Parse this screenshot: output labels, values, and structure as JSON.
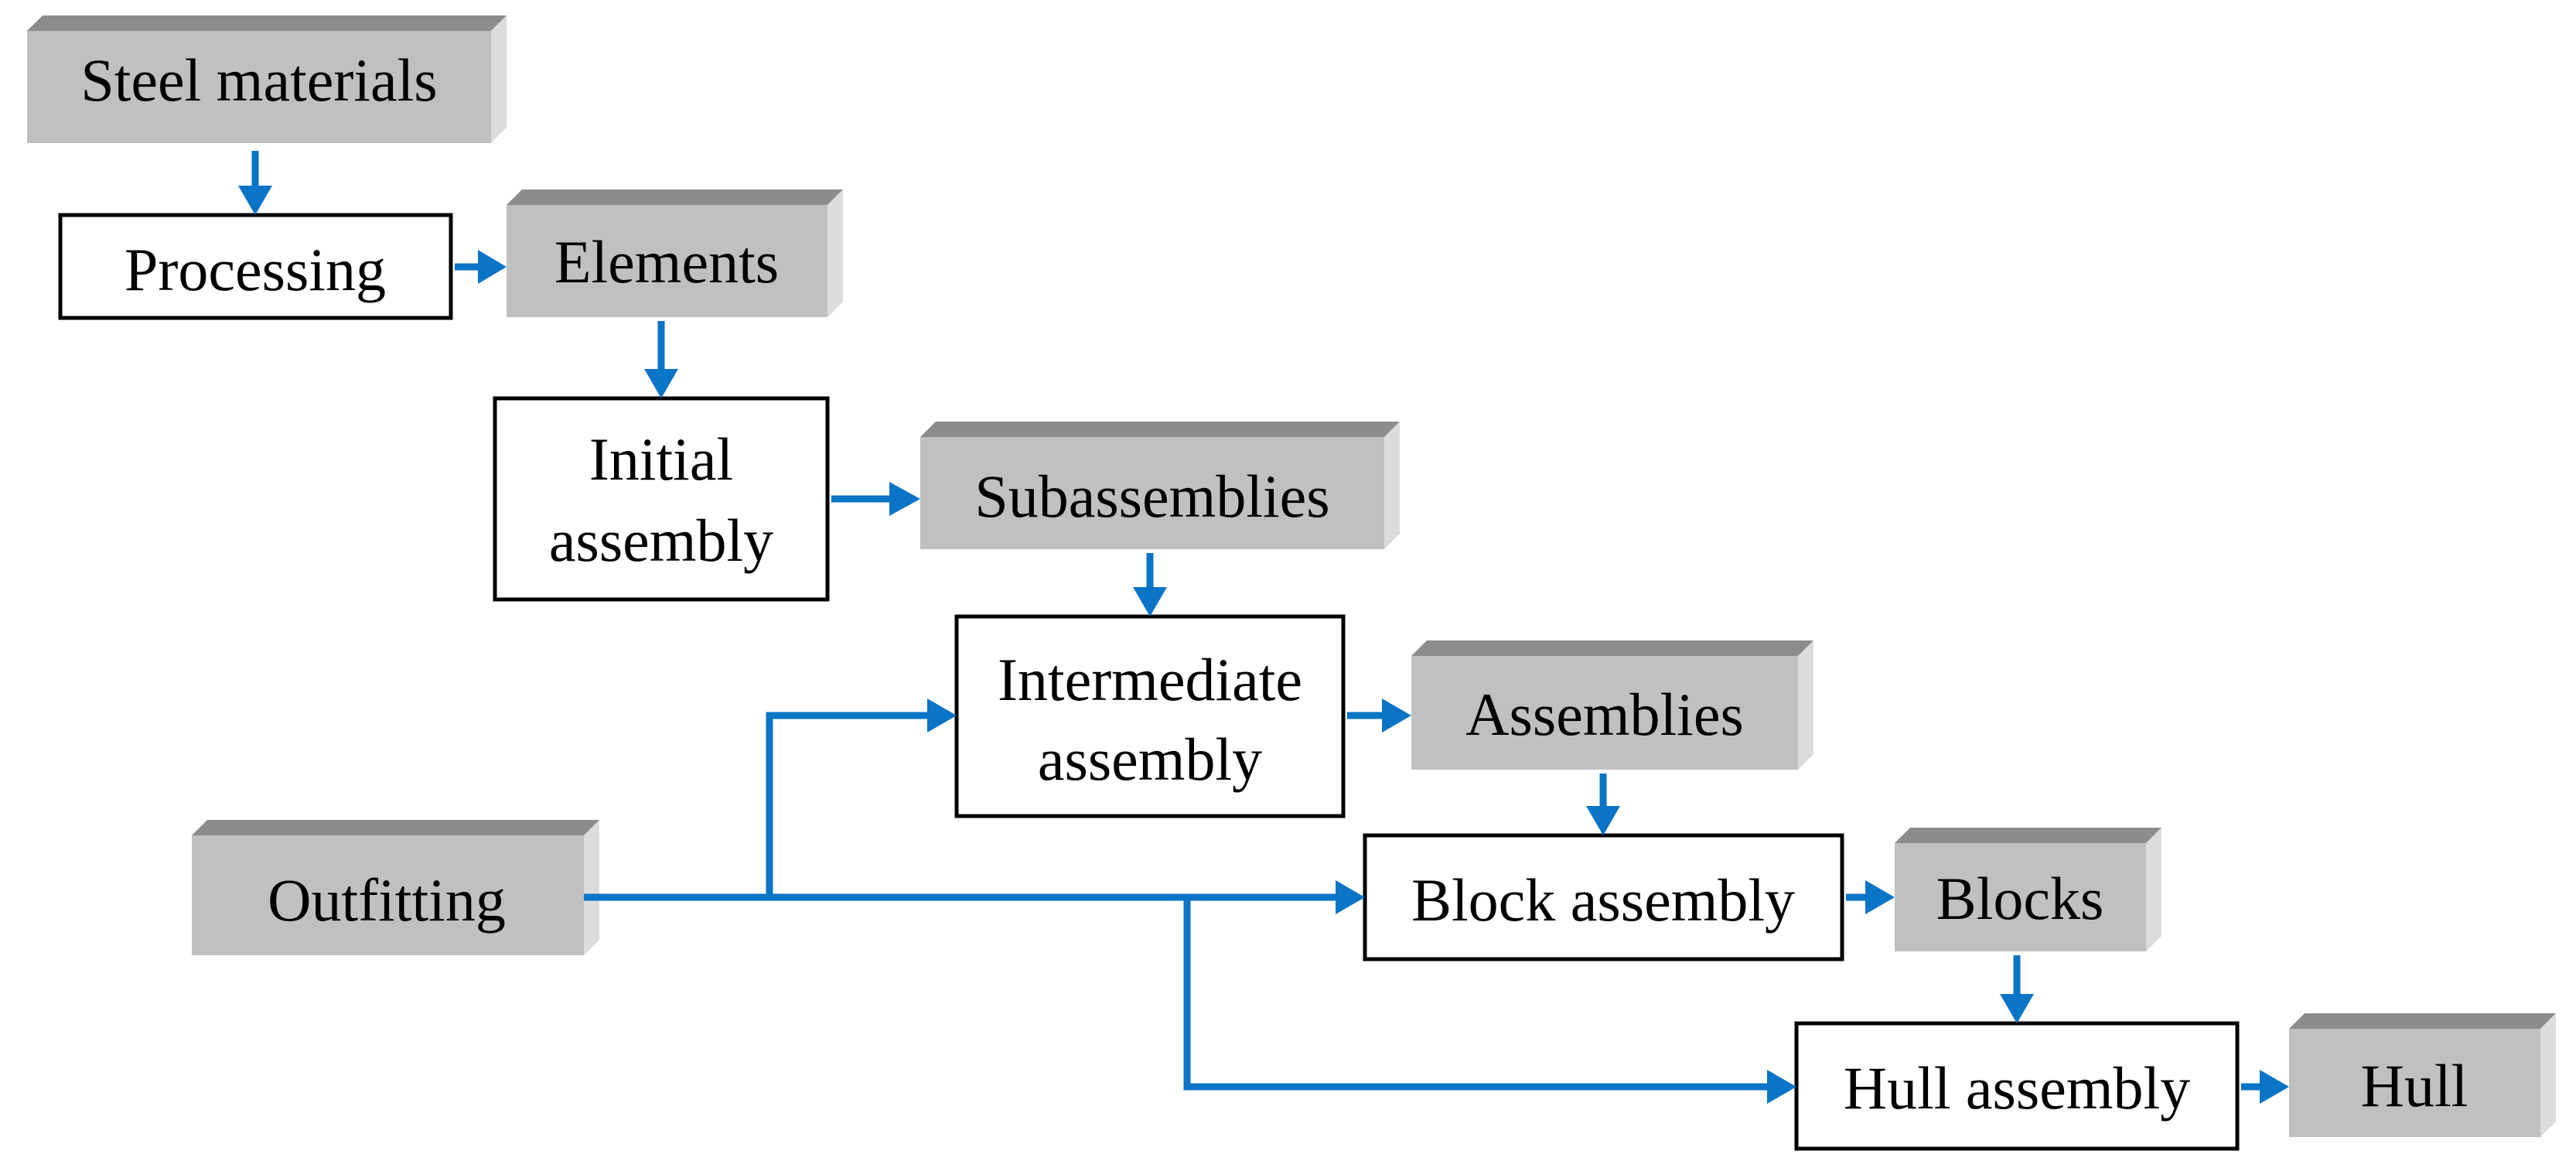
{
  "diagram": {
    "nodes": {
      "steel_materials": "Steel materials",
      "processing": "Processing",
      "elements": "Elements",
      "initial_assembly": [
        "Initial",
        "assembly"
      ],
      "subassemblies": "Subassemblies",
      "intermediate_assembly": [
        "Intermediate",
        "assembly"
      ],
      "assemblies": "Assemblies",
      "outfitting": "Outfitting",
      "block_assembly": "Block assembly",
      "blocks": "Blocks",
      "hull_assembly": "Hull assembly",
      "hull": "Hull"
    },
    "colors": {
      "arrow": "#0a74c7",
      "product_box": "#c0c0c0",
      "process_box_border": "#000000"
    }
  }
}
